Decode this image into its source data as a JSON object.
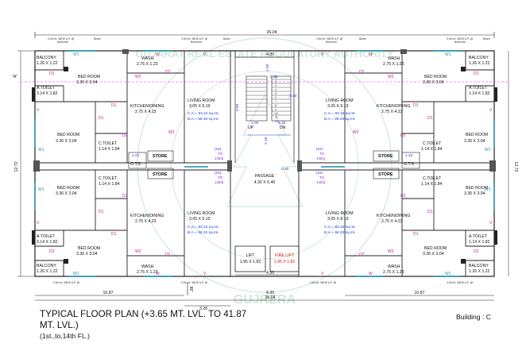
{
  "title": {
    "line1": "TYPICAL FLOOR PLAN  (+3.65 MT. LVL. TO 41.87",
    "line2": "MT. LVL.)",
    "floors": "(1st.,to,14th FL.)"
  },
  "building": "Building : C",
  "watermark": {
    "text": "GUJARAT REAL ESTATE REGULATORY AUTHORITY",
    "bottom": "GUJRERA"
  },
  "dims": {
    "overall": "26.04",
    "center_top": "4.30",
    "center_bottom": "4.30",
    "passage_w": "4.30",
    "bottom_total": "26.04",
    "left_half": "10.87",
    "right_half": "10.87",
    "height": "12.72",
    "lift_offset": "3.28",
    "stair_gap": "0.30",
    "stair_a": "2.00",
    "stair_b": "2.00",
    "stair_c": "2.00",
    "stair_d": "2.18",
    "stair_e": "6.30",
    "stair_f": "0.30",
    "stair_g": "0.30",
    "stair_h": "0.30",
    "stair_i": "0.90",
    "bottom_gap": ".28"
  },
  "stairs": {
    "up": "UP",
    "dn": "DN",
    "steps": [
      "1",
      "2",
      "3",
      "4",
      "5",
      "6",
      "7",
      "8",
      "9",
      "10",
      "11",
      "12",
      "13",
      "14",
      "15",
      "16",
      "17",
      "18",
      "19"
    ]
  },
  "rooms": {
    "balcony": "BALCONY",
    "balcony_dim": "1.26 X 1.22",
    "wash": "WASH",
    "wash_dim": "2.75 X 1.23",
    "bedroom": "BED ROOM",
    "bedroom_dim": "3.36 X 3.04",
    "atoilet": "A.TOILET",
    "atoilet_dim": "3.14 X 1.82",
    "atoilet_r": "A.TOILET",
    "atoilet_r_dim": "1.14 X 1.82",
    "kitchen": "KITCHEN/DINING",
    "kitchen_dim": "2.75 X 4.23",
    "living": "LIVING ROOM",
    "living_dim": "3.05 X 6.19",
    "ctoilet": "C.TOILET",
    "ctoilet_dim": "1.14 X 1.84",
    "store": "STORE",
    "ots": "O.T.S",
    "ots_dim": "1.22",
    "passage": "PASSAGE",
    "passage_dim": "4.30 X 6.46",
    "lift": "LIFT",
    "lift_dim": "1.95 X 1.82",
    "fire_lift": "FIRE LIFT",
    "fire_lift_dim": "1.95 X 1.82"
  },
  "area": {
    "ca": "C.A.= 83.42 sq.mt.",
    "ba": "B.A.= 98.33 sq.mt."
  },
  "units": {
    "u104": "[104",
    "to104": "TO",
    "u1404": "1404]",
    "u103": "[103",
    "to103": "TO",
    "u1403": "1403]",
    "u101": "[101",
    "to101": "TO",
    "u1401": "1401]",
    "u102": "[102",
    "to102": "TO",
    "u1402": "1402]"
  },
  "notes": {
    "road": "0.60 mt. WIDE A.P. @",
    "road2": "Bottomlvl",
    "beam": "Beam",
    "marker": "\"A\""
  },
  "marks": {
    "w1": "W1",
    "w2": "W2",
    "d1": "D1",
    "d2": "D2",
    "v": "V",
    "w": "W"
  },
  "colors": {
    "wall": "#222222",
    "blue": "#1f3fd8",
    "red": "#e01010",
    "purple": "#7a2ad0",
    "watermark": "#2e9b4e"
  }
}
